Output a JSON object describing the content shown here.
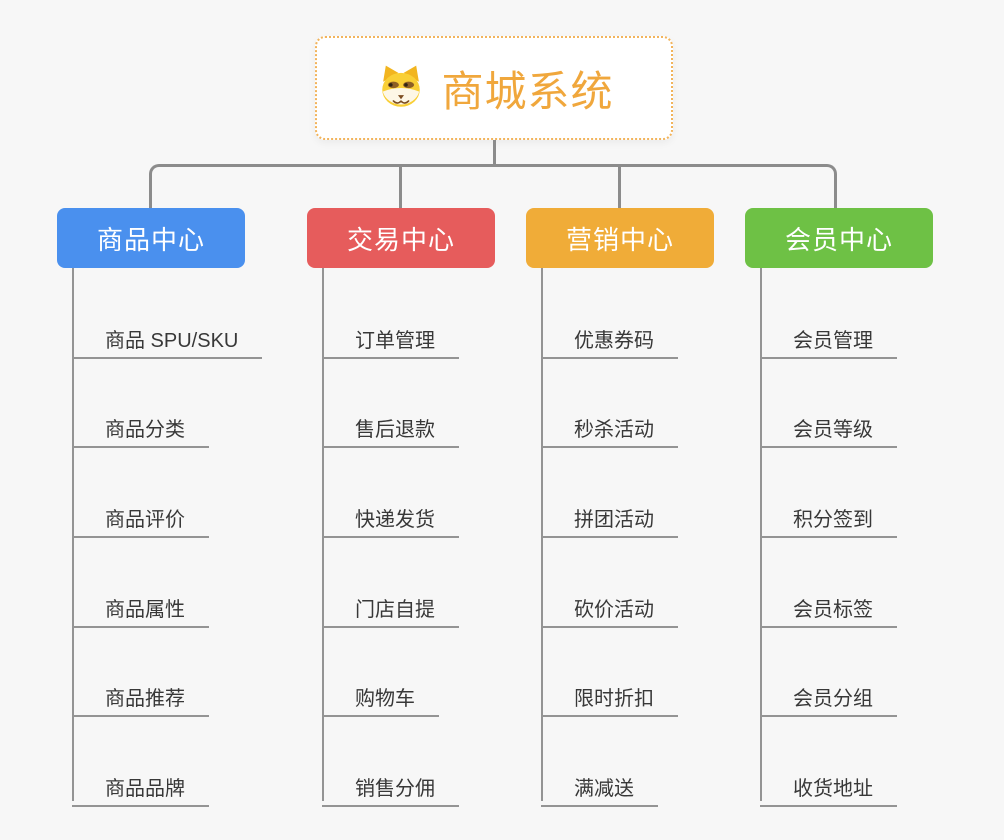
{
  "root": {
    "title": "商城系统",
    "icon": "dog-icon",
    "text_color": "#f0a73c",
    "border_color": "#f2b45c"
  },
  "connector_color": "#8c8c8c",
  "leaf_line_color": "#949494",
  "leaf_text_color": "#383838",
  "branches": [
    {
      "label": "商品中心",
      "color": "#4a90ee",
      "children": [
        "商品 SPU/SKU",
        "商品分类",
        "商品评价",
        "商品属性",
        "商品推荐",
        "商品品牌"
      ]
    },
    {
      "label": "交易中心",
      "color": "#e65c5c",
      "children": [
        "订单管理",
        "售后退款",
        "快递发货",
        "门店自提",
        "购物车",
        "销售分佣"
      ]
    },
    {
      "label": "营销中心",
      "color": "#f0ac38",
      "children": [
        "优惠券码",
        "秒杀活动",
        "拼团活动",
        "砍价活动",
        "限时折扣",
        "满减送"
      ]
    },
    {
      "label": "会员中心",
      "color": "#6ec145",
      "children": [
        "会员管理",
        "会员等级",
        "积分签到",
        "会员标签",
        "会员分组",
        "收货地址"
      ]
    }
  ]
}
